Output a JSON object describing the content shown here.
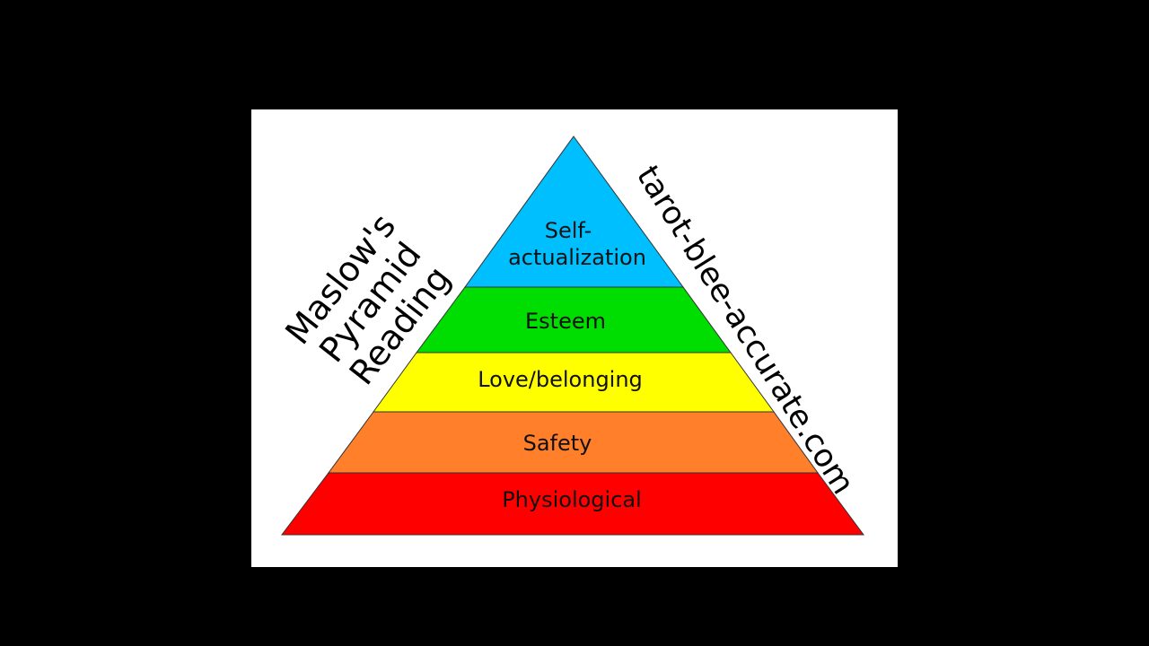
{
  "diagram": {
    "title_lines": [
      "Maslow's",
      "Pyramid",
      "Reading"
    ],
    "watermark": "tarot-blee-accurate.com",
    "levels": [
      {
        "label_lines": [
          "Self-",
          "actualization"
        ],
        "color": "#00bfff"
      },
      {
        "label_lines": [
          "Esteem"
        ],
        "color": "#00dd00"
      },
      {
        "label_lines": [
          "Love/belonging"
        ],
        "color": "#ffff00"
      },
      {
        "label_lines": [
          "Safety"
        ],
        "color": "#ff7f2a"
      },
      {
        "label_lines": [
          "Physiological"
        ],
        "color": "#ff0000"
      }
    ]
  }
}
